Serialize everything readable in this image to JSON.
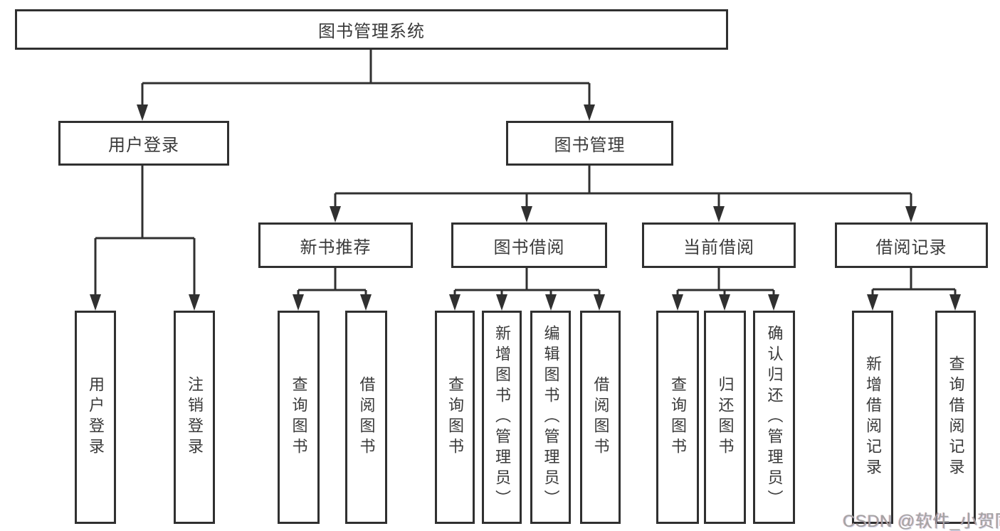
{
  "diagram": {
    "root": "图书管理系统",
    "branches": {
      "user_login": {
        "label": "用户登录",
        "children": [
          "用户登录",
          "注销登录"
        ]
      },
      "book_management": {
        "label": "图书管理",
        "sections": {
          "new_book": {
            "label": "新书推荐",
            "children": [
              "查询图书",
              "借阅图书"
            ]
          },
          "borrow": {
            "label": "图书借阅",
            "children": [
              "查询图书",
              "新增图书（管理员）",
              "编辑图书（管理员）",
              "借阅图书"
            ]
          },
          "current": {
            "label": "当前借阅",
            "children": [
              "查询图书",
              "归还图书",
              "确认归还（管理员）"
            ]
          },
          "records": {
            "label": "借阅记录",
            "children": [
              "新增借阅记录",
              "查询借阅记录"
            ]
          }
        }
      }
    }
  },
  "watermark": {
    "text": "CSDN @软件_小贺同学"
  },
  "colors": {
    "line": "#303030",
    "box-border": "#303030",
    "text": "#3a3a3a",
    "watermark": "#a3a3a3",
    "background": "#ffffff"
  }
}
